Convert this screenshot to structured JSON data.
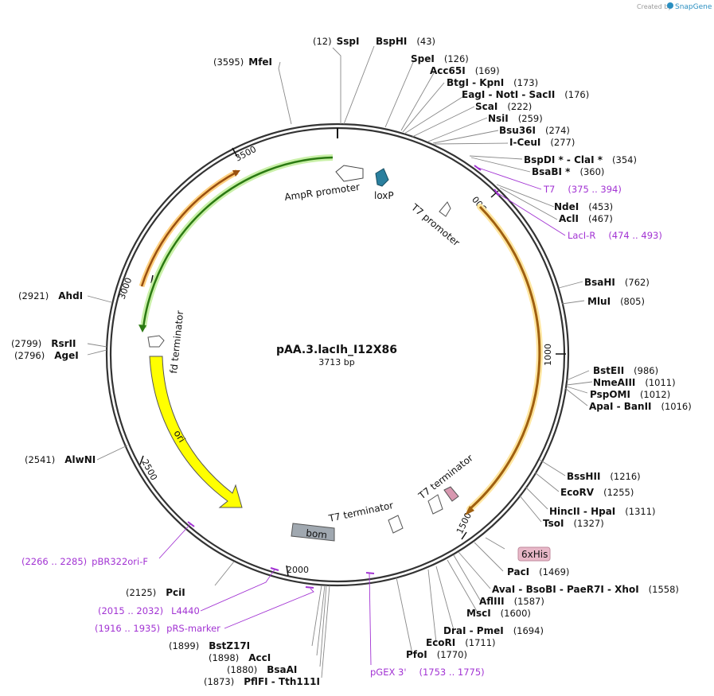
{
  "credit": {
    "prefix": "Created by",
    "brand": "SnapGene"
  },
  "plasmid": {
    "name": "pAA.3.lacIh_I12X86",
    "length": "3713 bp"
  },
  "ticks": [
    "500",
    "1000",
    "1500",
    "2000",
    "2500",
    "3000",
    "3500"
  ],
  "sites": [
    {
      "name": "SspI",
      "pos": "(12)"
    },
    {
      "name": "BspHI",
      "pos": "(43)"
    },
    {
      "name": "MfeI",
      "pos": "(3595)"
    },
    {
      "name": "SpeI",
      "pos": "(126)"
    },
    {
      "name": "Acc65I",
      "pos": "(169)"
    },
    {
      "name": "BtgI - KpnI",
      "pos": "(173)"
    },
    {
      "name": "EagI - NotI - SacII",
      "pos": "(176)"
    },
    {
      "name": "ScaI",
      "pos": "(222)"
    },
    {
      "name": "NsiI",
      "pos": "(259)"
    },
    {
      "name": "Bsu36I",
      "pos": "(274)"
    },
    {
      "name": "I-CeuI",
      "pos": "(277)"
    },
    {
      "name": "BspDI * - ClaI *",
      "pos": "(354)"
    },
    {
      "name": "BsaBI *",
      "pos": "(360)"
    },
    {
      "name": "NdeI",
      "pos": "(453)"
    },
    {
      "name": "AclI",
      "pos": "(467)"
    },
    {
      "name": "BsaHI",
      "pos": "(762)"
    },
    {
      "name": "MluI",
      "pos": "(805)"
    },
    {
      "name": "BstEII",
      "pos": "(986)"
    },
    {
      "name": "NmeAIII",
      "pos": "(1011)"
    },
    {
      "name": "PspOMI",
      "pos": "(1012)"
    },
    {
      "name": "ApaI - BanII",
      "pos": "(1016)"
    },
    {
      "name": "BssHII",
      "pos": "(1216)"
    },
    {
      "name": "EcoRV",
      "pos": "(1255)"
    },
    {
      "name": "HincII - HpaI",
      "pos": "(1311)"
    },
    {
      "name": "TsoI",
      "pos": "(1327)"
    },
    {
      "name": "PacI",
      "pos": "(1469)"
    },
    {
      "name": "AvaI - BsoBI - PaeR7I - XhoI",
      "pos": "(1558)"
    },
    {
      "name": "AflIII",
      "pos": "(1587)"
    },
    {
      "name": "MscI",
      "pos": "(1600)"
    },
    {
      "name": "DraI - PmeI",
      "pos": "(1694)"
    },
    {
      "name": "EcoRI",
      "pos": "(1711)"
    },
    {
      "name": "PfoI",
      "pos": "(1770)"
    },
    {
      "name": "PciI",
      "pos": "(2125)"
    },
    {
      "name": "BstZ17I",
      "pos": "(1899)"
    },
    {
      "name": "AccI",
      "pos": "(1898)"
    },
    {
      "name": "BsaAI",
      "pos": "(1880)"
    },
    {
      "name": "PflFI - Tth111I",
      "pos": "(1873)"
    },
    {
      "name": "AlwNI",
      "pos": "(2541)"
    },
    {
      "name": "AhdI",
      "pos": "(2921)"
    },
    {
      "name": "RsrII",
      "pos": "(2799)"
    },
    {
      "name": "AgeI",
      "pos": "(2796)"
    }
  ],
  "primers": [
    {
      "name": "T7",
      "range": "(375 .. 394)"
    },
    {
      "name": "LacI-R",
      "range": "(474 .. 493)"
    },
    {
      "name": "pGEX 3'",
      "range": "(1753 .. 1775)"
    },
    {
      "name": "pBR322ori-F",
      "range": "(2266 .. 2285)"
    },
    {
      "name": "L4440",
      "range": "(2015 .. 2032)"
    },
    {
      "name": "pRS-marker",
      "range": "(1916 .. 1935)"
    }
  ],
  "features": {
    "amp_promoter": "AmpR promoter",
    "loxp": "loxP",
    "t7_promoter": "T7 promoter",
    "fd_terminator": "fd terminator",
    "ori": "ori",
    "t7_terminator_a": "T7 terminator",
    "t7_terminator_b": "T7 terminator",
    "bom": "bom",
    "six_his": "6xHis"
  },
  "colors": {
    "backbone": "#333333",
    "primer": "#a233d3",
    "orange_cds": "#f0a030",
    "green_cds": "#3a8a1a",
    "ori": "#ffff00",
    "loxp": "#2a7f9e",
    "bom": "#a0a8b0",
    "six_his": "#e8b8c8",
    "brand": "#2a8fc1"
  }
}
